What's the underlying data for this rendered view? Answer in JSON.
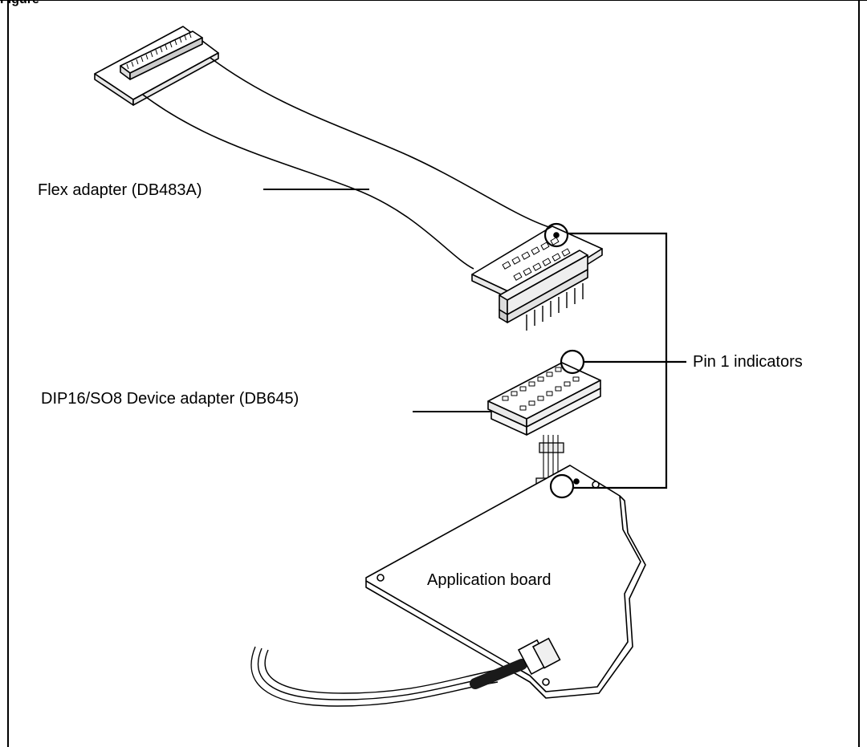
{
  "figure": {
    "heading": "Figure",
    "labels": {
      "flex_adapter": "Flex adapter (DB483A)",
      "device_adapter": "DIP16/SO8 Device adapter (DB645)",
      "pin1": "Pin 1 indicators",
      "application_board": "Application board"
    }
  },
  "colors": {
    "ink": "#000000",
    "background": "#ffffff",
    "cable_dark": "#1a1a1a",
    "part_fill": "#f2f2f2"
  }
}
